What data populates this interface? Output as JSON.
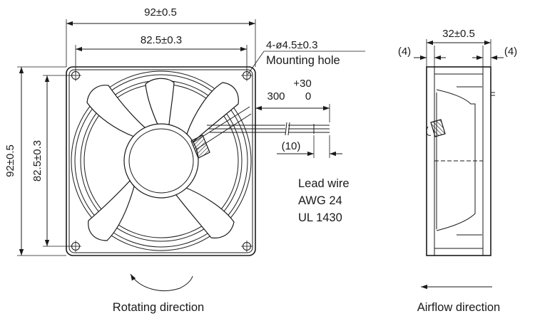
{
  "front_view": {
    "overall_width": "92±0.5",
    "hole_pitch_width": "82.5±0.3",
    "overall_height": "92±0.5",
    "hole_pitch_height": "82.5±0.3",
    "mounting_hole_spec": "4-ø4.5±0.3",
    "mounting_hole_label": "Mounting hole",
    "lead_length": "300",
    "lead_tol_plus": "+30",
    "lead_tol_minus": "0",
    "strip_length": "(10)",
    "lead_wire_lines": [
      "Lead wire",
      "AWG 24",
      "UL 1430"
    ],
    "rotation_label": "Rotating direction"
  },
  "side_view": {
    "depth": "32±0.5",
    "flange_left": "(4)",
    "flange_right": "(4)",
    "airflow_label": "Airflow direction"
  }
}
